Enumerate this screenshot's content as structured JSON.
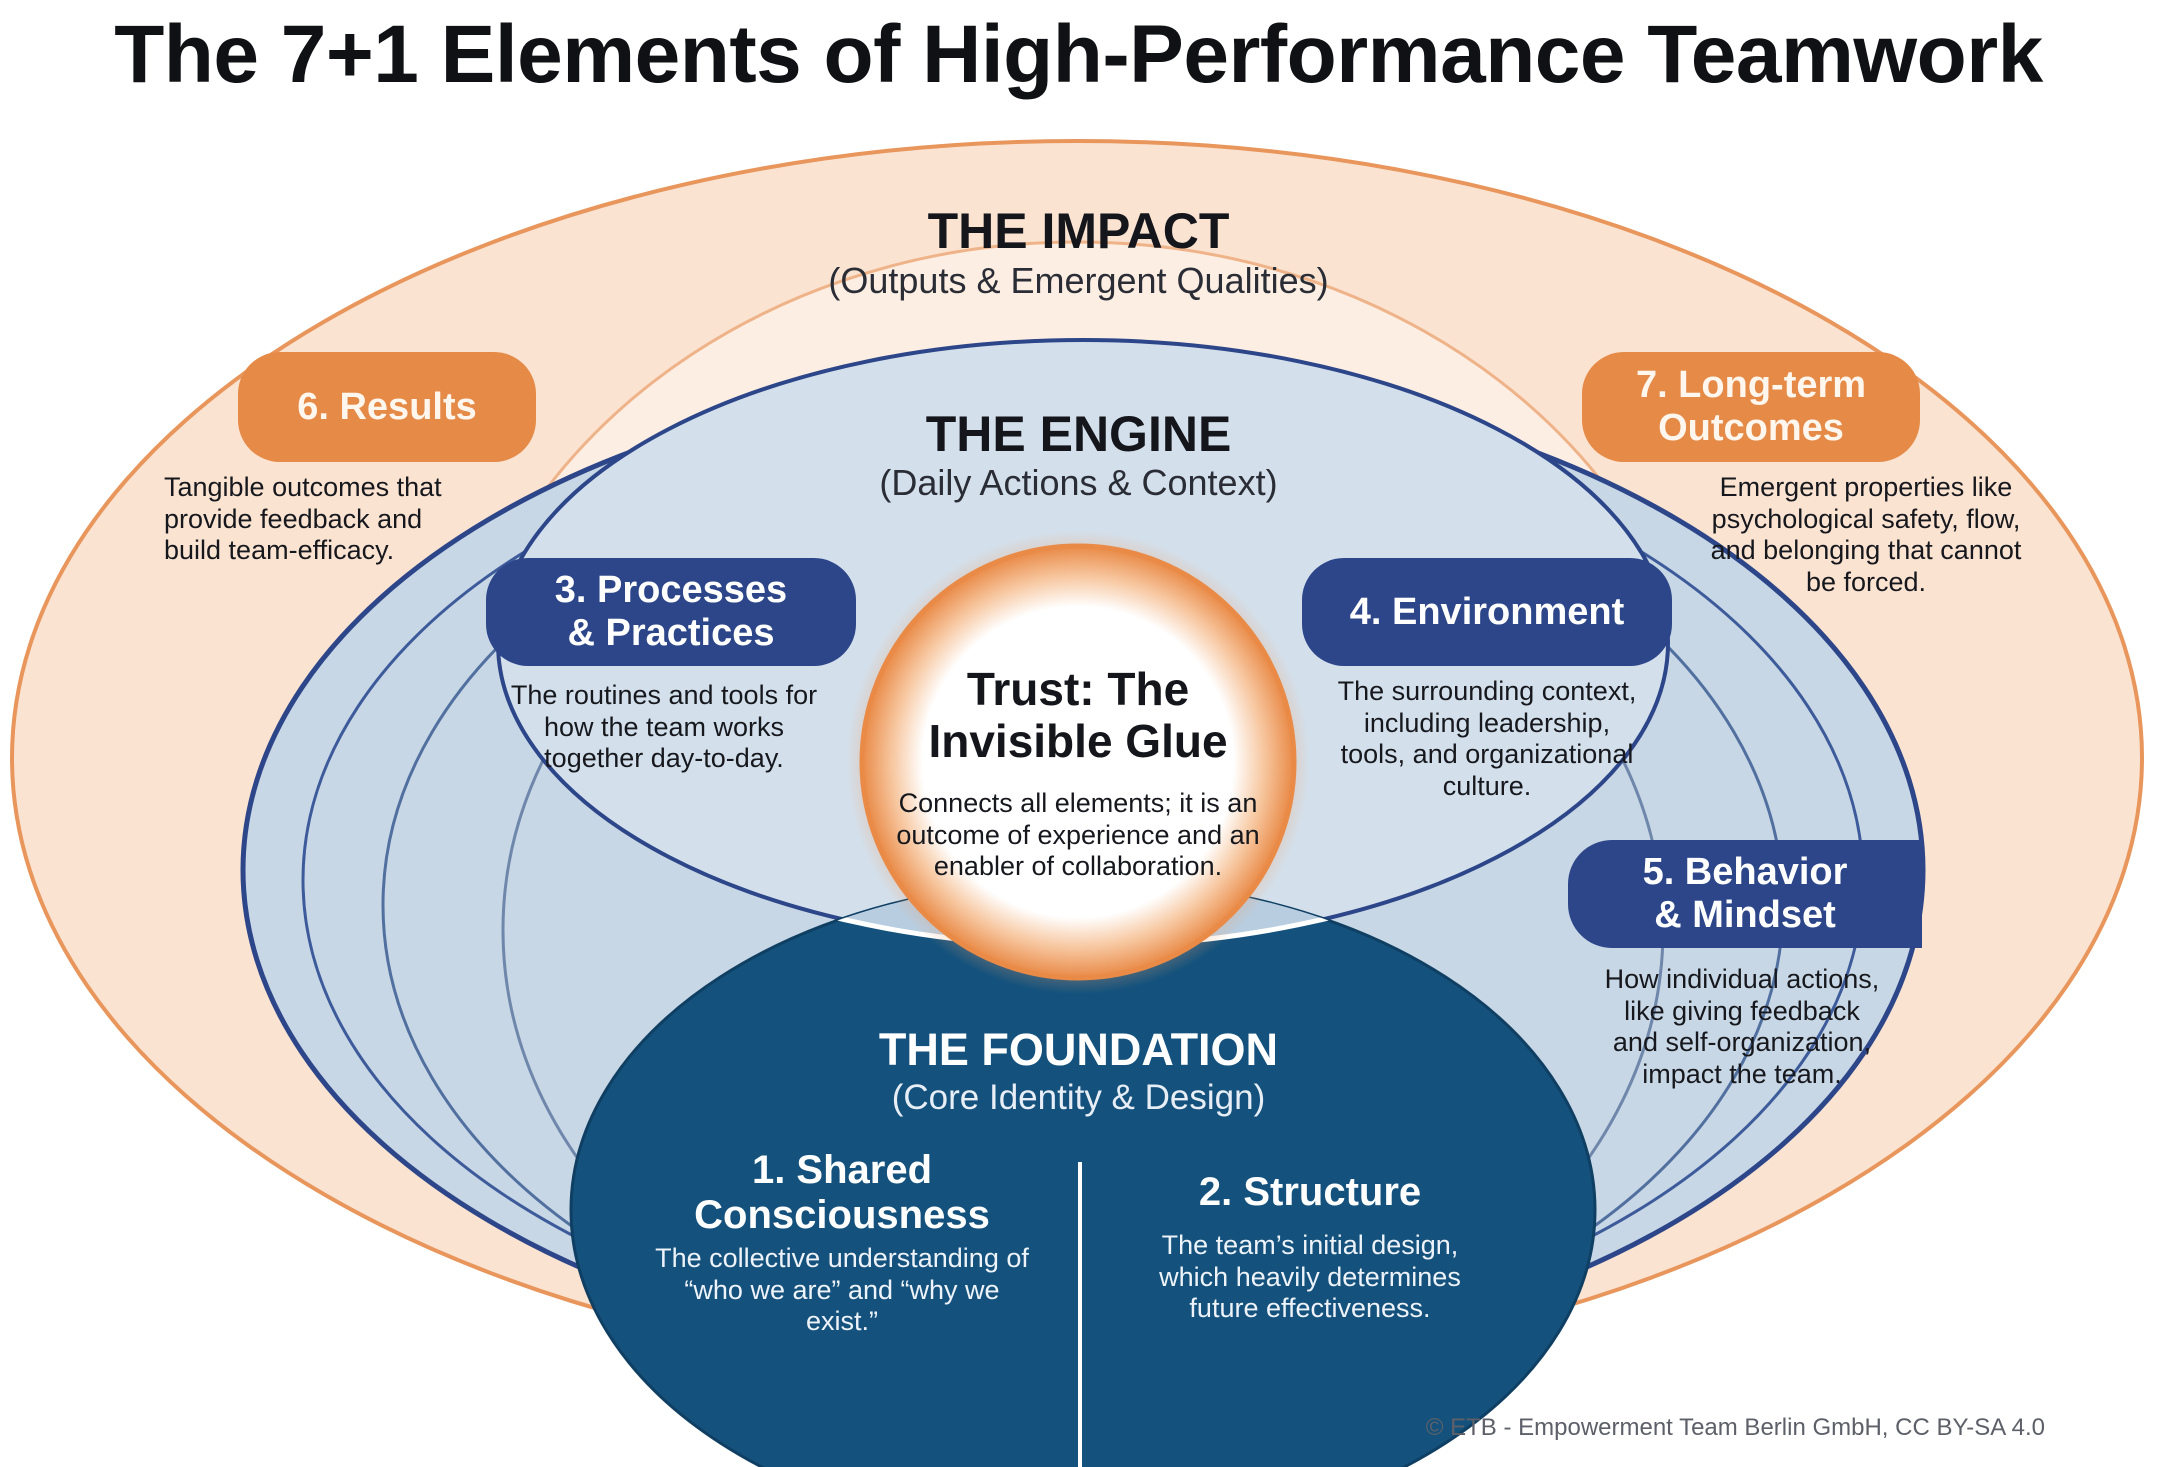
{
  "title": "The 7+1 Elements of High-Performance Teamwork",
  "colors": {
    "impact_fill": "#fbe3d2",
    "impact_stroke": "#e8965c",
    "engine_fill": "#c7d6e4",
    "engine_stroke": "#2c4689",
    "foundation_fill": "#14527d",
    "orange_accent": "#e58a47",
    "navy_accent": "#2c4689"
  },
  "impact": {
    "title": "THE IMPACT",
    "subtitle": "(Outputs & Emergent Qualities)",
    "results": {
      "label": "6. Results",
      "description": "Tangible outcomes that provide feedback and build team-efficacy."
    },
    "long_term": {
      "label": "7. Long-term Outcomes",
      "description": "Emergent properties like psychological safety, flow, and belonging that cannot be forced."
    }
  },
  "engine": {
    "title": "THE ENGINE",
    "subtitle": "(Daily Actions & Context)",
    "processes": {
      "label": "3. Processes & Practices",
      "description": "The routines and tools for how the team works together day-to-day."
    },
    "environment": {
      "label": "4. Environment",
      "description": "The surrounding context, including leadership, tools, and organizational culture."
    },
    "behavior": {
      "label": "5. Behavior & Mindset",
      "description": "How individual actions, like giving feedback and self-organization, impact the team."
    }
  },
  "trust": {
    "title": "Trust: The Invisible Glue",
    "description": "Connects all elements; it is an outcome of experience and an enabler of collaboration."
  },
  "foundation": {
    "title": "THE FOUNDATION",
    "subtitle": "(Core Identity & Design)",
    "shared": {
      "label": "1. Shared Consciousness",
      "description": "The collective understanding of “who we are” and “why we exist.”"
    },
    "structure": {
      "label": "2. Structure",
      "description": "The team’s initial design, which heavily determines future effectiveness."
    }
  },
  "credit": "© ETB - Empowerment Team Berlin GmbH, CC BY-SA 4.0"
}
